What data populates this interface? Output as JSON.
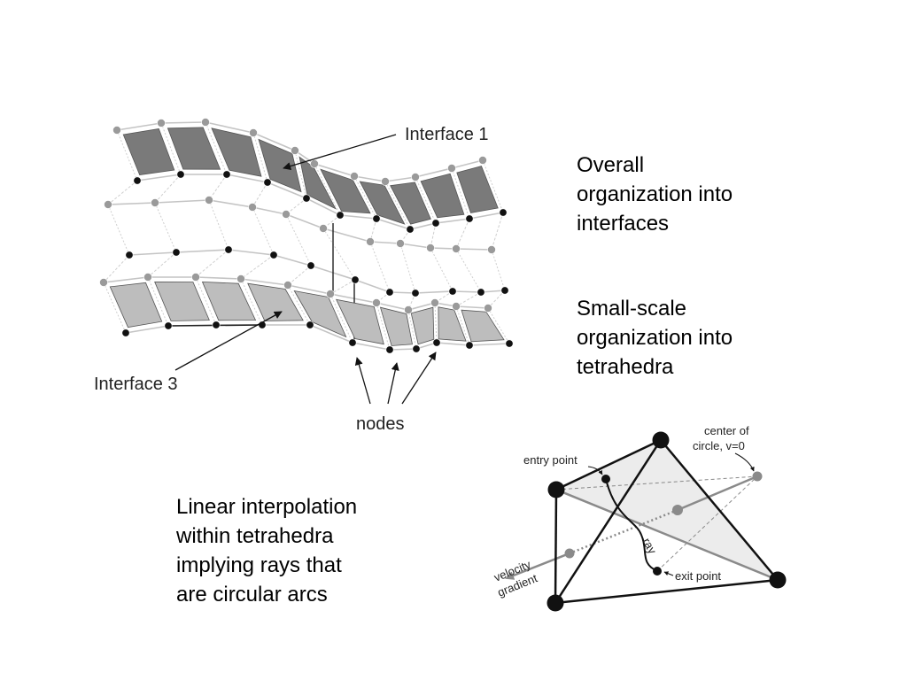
{
  "slide": {
    "caption_interfaces": [
      "Overall",
      "organization into",
      "interfaces"
    ],
    "caption_tetrahedra": [
      "Small-scale",
      "organization into",
      "tetrahedra"
    ],
    "caption_interpolation": [
      "Linear interpolation",
      "within tetrahedra",
      "implying rays that",
      "are circular arcs"
    ]
  },
  "mesh_figure": {
    "label_interface_1": "Interface 1",
    "label_interface_3": "Interface 3",
    "label_nodes": "nodes"
  },
  "tetra_figure": {
    "label_entry_point": "entry point",
    "label_center": [
      "center of",
      "circle, v=0"
    ],
    "label_ray": "ray",
    "label_velocity_gradient": [
      "velocity",
      "gradient"
    ],
    "label_exit_point": "exit point"
  },
  "colors": {
    "dark_panel": "#7a7a7a",
    "light_panel": "#bdbdbd",
    "gray_node": "#9a9a9a",
    "black_node": "#111111",
    "face_fill": "#ececec",
    "gray_line": "#8a8a8a"
  }
}
